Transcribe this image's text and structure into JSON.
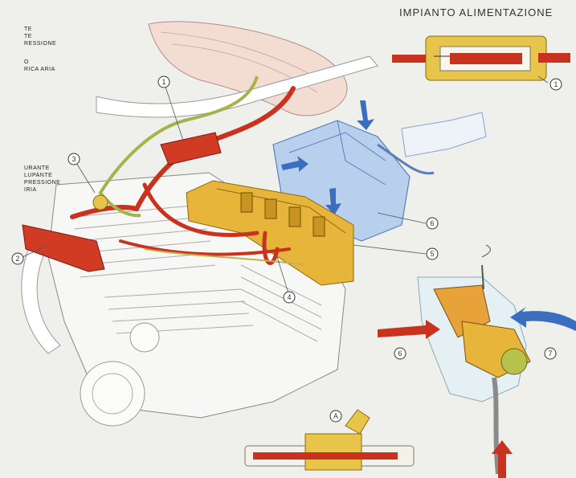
{
  "title": "IMPIANTO ALIMENTAZIONE",
  "legend": {
    "top": [
      "TE",
      "TE",
      "RESSIONE",
      "",
      "O",
      "RICA ARIA"
    ],
    "middle": [
      "URANTE",
      "LUPANTE",
      "PRESSIONE",
      "IRIA"
    ]
  },
  "callouts": {
    "c1a": "1",
    "c1b": "1",
    "c2": "2",
    "c3": "3",
    "c4": "4",
    "c5": "5",
    "c6a": "6",
    "c6b": "6",
    "c7": "7",
    "cA": "A"
  },
  "colors": {
    "fuel_pressure": "#c8321e",
    "fuel_return": "#a8b24a",
    "rail": "#e0a820",
    "intake_air": "#7fa9dc",
    "engine": "#ffffff"
  }
}
